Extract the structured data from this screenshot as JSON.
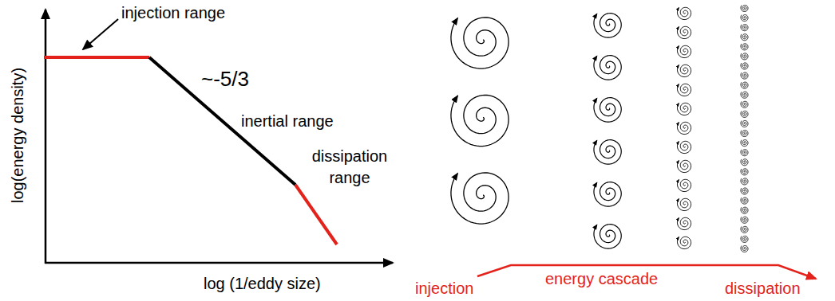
{
  "diagram": {
    "labels": [
      "injection range",
      "~-5/3",
      "inertial range",
      "dissipation range",
      "log(energy density)",
      "log (1/eddy size)",
      "injection",
      "energy cascade",
      "dissipation"
    ]
  }
}
